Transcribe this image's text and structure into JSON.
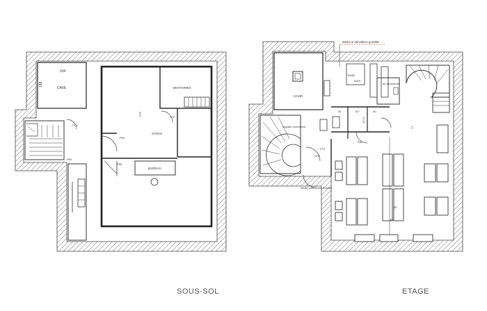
{
  "captions": {
    "left": "SOUS-SOL",
    "right": "ETAGE"
  },
  "labels": {
    "dim_234": "234",
    "dim_188": "188",
    "cave": "CAVE",
    "vestiaires": "VESTIAIRES",
    "stock": "STOCK",
    "bureau": "BUREAU",
    "p70": "P70",
    "p90": "P90",
    "p60": "P60",
    "p80": "P80",
    "cour": "COUR",
    "statics": "statics et démolition possible",
    "hood": "hood",
    "dim_138": "138.5",
    "dim_40": "40",
    "dim_107": "107",
    "dim_117": "117.5",
    "wc_personnel": "wc personnel",
    "escalier_commerce": "escalier commerce",
    "studio_commerce": "studio commerce existant",
    "dim_560": "560",
    "dim_55": "55",
    "dim_71": "71",
    "ugt": "UGT"
  }
}
